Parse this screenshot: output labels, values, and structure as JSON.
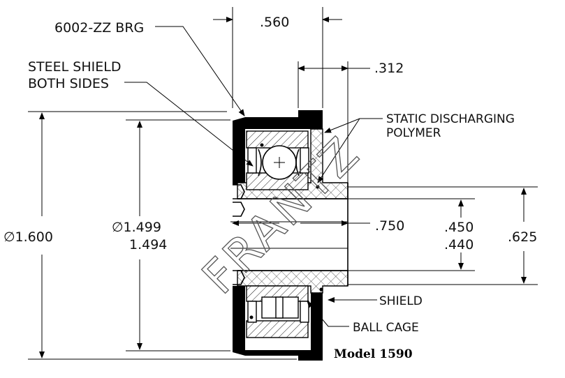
{
  "labels": {
    "brg": "6002-ZZ BRG",
    "steel_shield_1": "STEEL SHIELD",
    "steel_shield_2": "BOTH SIDES",
    "static_1": "STATIC DISCHARGING",
    "static_2": "POLYMER",
    "shield": "SHIELD",
    "ball_cage": "BALL CAGE",
    "model": "Model 1590",
    "watermark": "FRANTZ"
  },
  "dimensions": {
    "width_total": ".560",
    "width_hub": ".312",
    "dia_outer": "∅1.600",
    "dia_groove_max": "∅1.499",
    "dia_groove_min": "1.494",
    "hub_len": ".750",
    "bore_max": ".450",
    "bore_min": ".440",
    "hub_dia": ".625"
  },
  "colors": {
    "line": "#000000",
    "background": "#ffffff"
  }
}
